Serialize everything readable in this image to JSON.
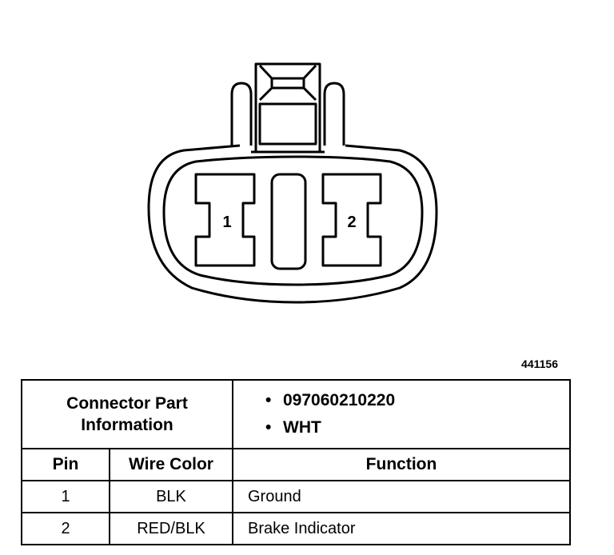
{
  "connector": {
    "pin_labels": [
      "1",
      "2"
    ]
  },
  "figure_id": "441156",
  "table": {
    "part_info_label_line1": "Connector Part",
    "part_info_label_line2": "Information",
    "part_values": [
      "097060210220",
      "WHT"
    ],
    "bullet": "•",
    "headers": {
      "pin": "Pin",
      "wire_color": "Wire Color",
      "function": "Function"
    },
    "rows": [
      {
        "pin": "1",
        "wire_color": "BLK",
        "function": "Ground"
      },
      {
        "pin": "2",
        "wire_color": "RED/BLK",
        "function": "Brake Indicator"
      }
    ]
  }
}
